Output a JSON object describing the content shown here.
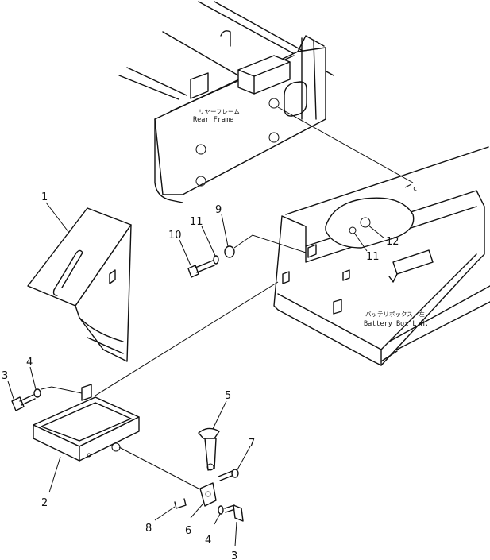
{
  "labels": {
    "rear_frame_jp": "リヤーフレーム",
    "rear_frame_en": "Rear  Frame",
    "battery_box_jp": "バッテリボックス　左",
    "battery_box_en": "Battery  Box  L.H.",
    "ref_c": "c"
  },
  "callouts": {
    "p1": "1",
    "p2": "2",
    "p3a": "3",
    "p3b": "3",
    "p4a": "4",
    "p4b": "4",
    "p5": "5",
    "p6": "6",
    "p7": "7",
    "p8": "8",
    "p9": "9",
    "p10": "10",
    "p11a": "11",
    "p11b": "11",
    "p12": "12"
  }
}
